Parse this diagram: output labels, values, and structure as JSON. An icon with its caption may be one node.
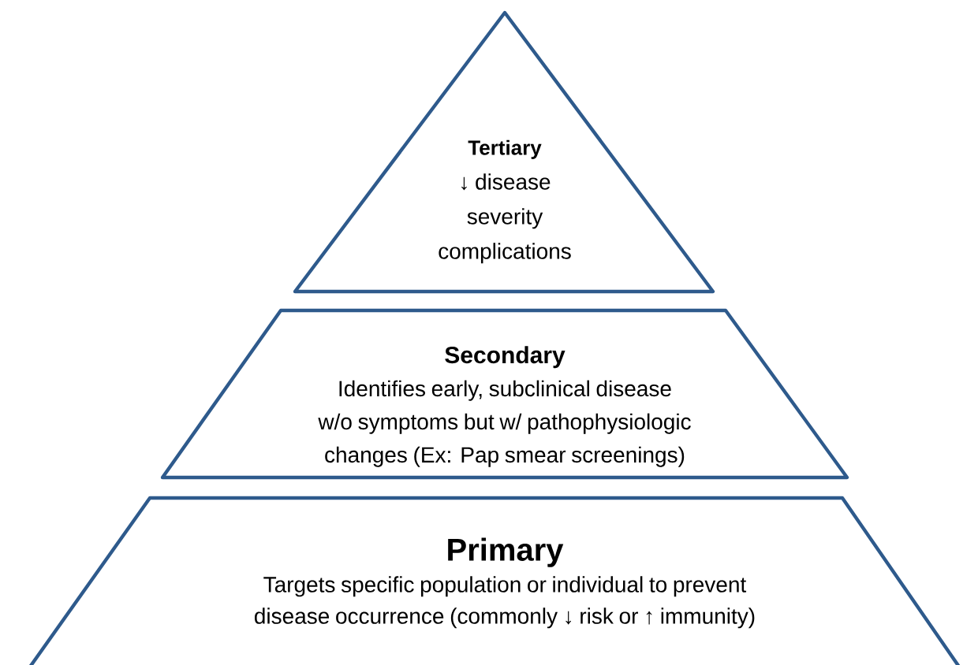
{
  "diagram": {
    "nodes": [
      {
        "text": [
          "Tertiary",
          "↓ disease severity complications"
        ]
      },
      {
        "text": [
          "Secondary",
          "Identifies early, subclinical disease w/o symptoms but w/ pathophysiologic changes (Ex: Pap smear screenings)"
        ]
      },
      {
        "text": [
          "Primary",
          "Targets specific population or individual to prevent disease occurrence (commonly ↓ risk or ↑ immunity)"
        ]
      }
    ]
  }
}
